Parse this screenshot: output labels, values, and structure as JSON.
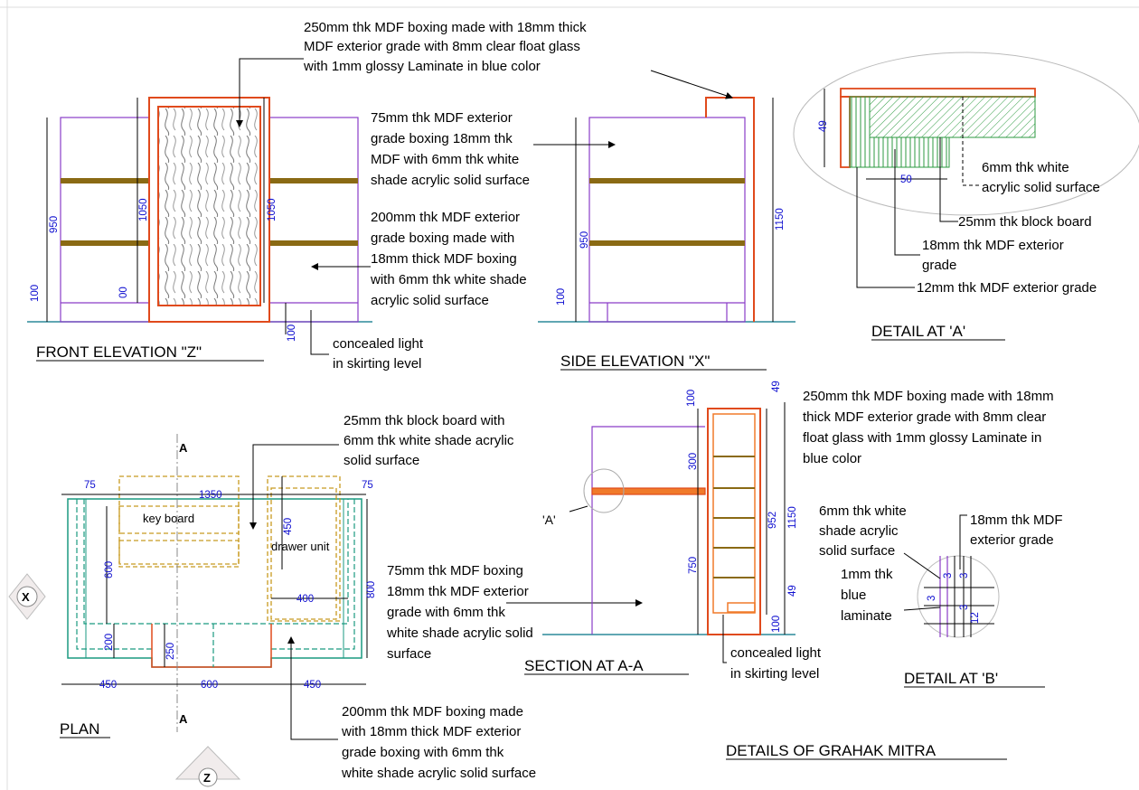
{
  "drawing_title": "DETAILS OF GRAHAK MITRA",
  "views": {
    "front": "FRONT ELEVATION \"Z\"",
    "side": "SIDE ELEVATION \"X\"",
    "detail_a": "DETAIL AT 'A'",
    "plan": "PLAN",
    "section": "SECTION AT A-A",
    "detail_b": "DETAIL AT 'B'"
  },
  "notes": {
    "top_boxing": [
      "250mm thk MDF boxing made with 18mm thick",
      "MDF exterior grade with 8mm clear float glass",
      "with 1mm glossy Laminate in blue color"
    ],
    "front_75": [
      "75mm thk MDF exterior",
      "grade boxing 18mm thk",
      "MDF with 6mm thk white",
      "shade acrylic solid surface"
    ],
    "front_200": [
      "200mm thk MDF exterior",
      "grade boxing made with",
      "18mm thick MDF boxing",
      "with 6mm thk white shade",
      "acrylic solid surface"
    ],
    "light_front": [
      "concealed light",
      "in skirting level"
    ],
    "detail_a_acrylic": [
      "6mm thk white",
      "acrylic solid surface"
    ],
    "detail_a_block": [
      "25mm thk block board"
    ],
    "detail_a_mdf18": [
      "18mm thk MDF exterior",
      "grade"
    ],
    "detail_a_mdf12": [
      "12mm thk MDF exterior grade"
    ],
    "plan_block": [
      "25mm thk block board with",
      "6mm thk white shade acrylic",
      "solid surface"
    ],
    "plan_75": [
      "75mm thk MDF boxing",
      "18mm thk MDF exterior",
      "grade with 6mm thk",
      "white shade acrylic solid",
      "surface"
    ],
    "plan_200": [
      "200mm thk MDF boxing made",
      "with 18mm thick MDF exterior",
      "grade boxing with 6mm thk",
      "white shade acrylic solid surface"
    ],
    "section_boxing": [
      "250mm thk MDF boxing made with 18mm",
      "thick MDF exterior grade with 8mm clear",
      "float glass with 1mm glossy Laminate in",
      "blue color"
    ],
    "light_section": [
      "concealed light",
      "in skirting level"
    ],
    "detail_b_acrylic": [
      "6mm thk white",
      "shade acrylic",
      "solid surface"
    ],
    "detail_b_mdf": [
      "18mm thk MDF",
      "exterior grade"
    ],
    "detail_b_laminate": [
      "1mm thk",
      "blue",
      "laminate"
    ]
  },
  "labels": {
    "keyboard": "key board",
    "drawer": "drawer unit",
    "section_mark": "A",
    "callout_a": "'A'",
    "view_x": "X",
    "view_z": "Z"
  },
  "dims": {
    "front_950": "950",
    "front_1050a": "1050",
    "front_1050b": "1050",
    "front_100a": "100",
    "front_100b": "00",
    "front_100c": "100",
    "side_950": "950",
    "side_1150": "1150",
    "side_100": "100",
    "da_49": "49",
    "da_50": "50",
    "plan_75a": "75",
    "plan_1350": "1350",
    "plan_75b": "75",
    "plan_600": "600",
    "plan_450v": "450",
    "plan_800": "800",
    "plan_400": "400",
    "plan_200": "200",
    "plan_250": "250",
    "plan_450a": "450",
    "plan_600b": "600",
    "plan_450b": "450",
    "sec_100": "100",
    "sec_300": "300",
    "sec_750": "750",
    "sec_952": "952",
    "sec_1150": "1150",
    "sec_49a": "49",
    "sec_49b": "49",
    "sec_100b": "100",
    "db_3a": "3",
    "db_3b": "3",
    "db_3c": "3",
    "db_3d": "3",
    "db_12": "12"
  },
  "colors": {
    "mdf": "#e04a1c",
    "outline": "#8a3cc8",
    "shelf": "#8a6a14",
    "dims": "#1010d0",
    "ground": "#2b8a9a",
    "plan_edge": "#1a9a80",
    "dashed": "#c89a20",
    "hatch": "#2c9a40"
  }
}
